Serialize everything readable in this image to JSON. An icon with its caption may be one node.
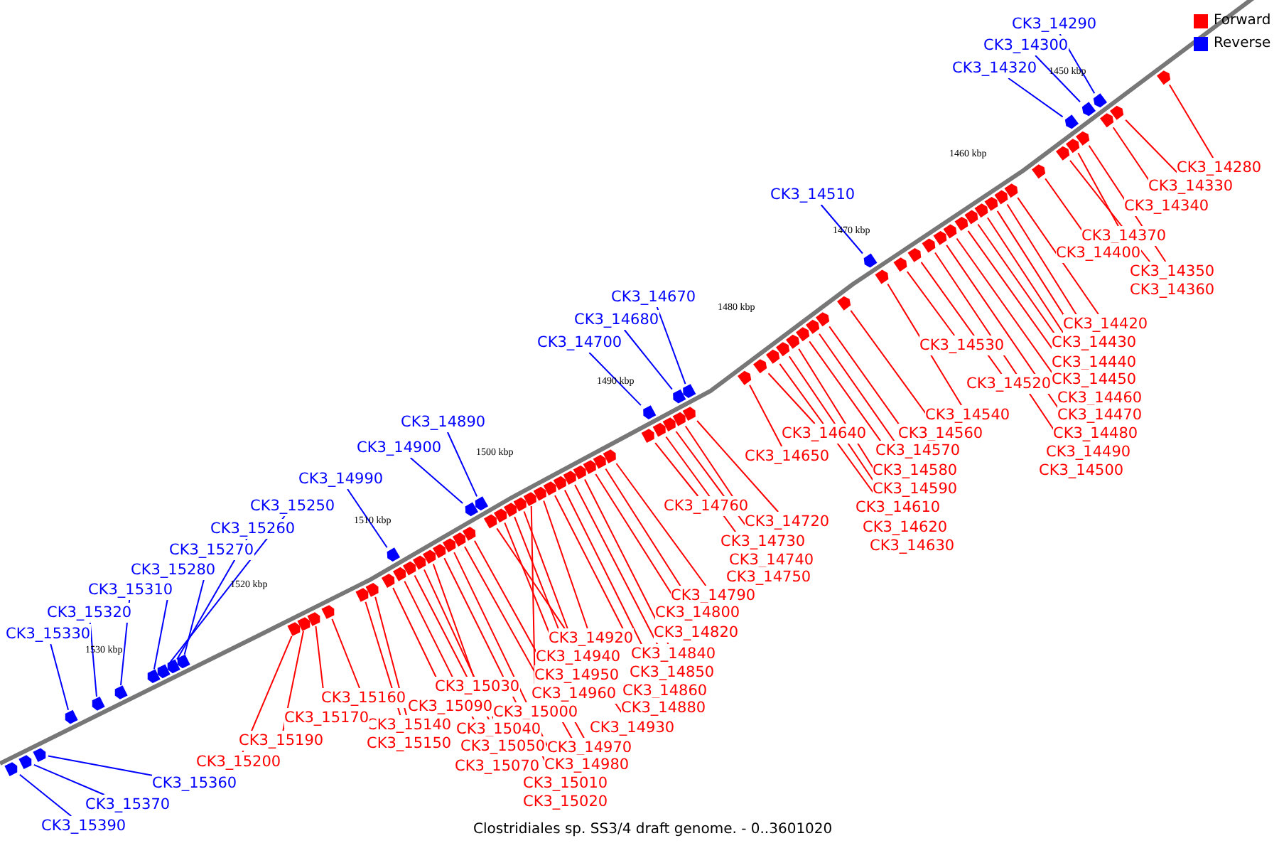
{
  "diagram": {
    "caption": "Clostridiales sp. SS3/4 draft genome. - 0..3601020",
    "nodes": [
      {
        "text": [
          "CK3_14290"
        ]
      },
      {
        "text": [
          "CK3_14300"
        ]
      },
      {
        "text": [
          "CK3_14320"
        ]
      },
      {
        "text": [
          "CK3_14510"
        ]
      },
      {
        "text": [
          "CK3_14670"
        ]
      },
      {
        "text": [
          "CK3_14680"
        ]
      },
      {
        "text": [
          "CK3_14700"
        ]
      },
      {
        "text": [
          "CK3_14890"
        ]
      },
      {
        "text": [
          "CK3_14900"
        ]
      },
      {
        "text": [
          "CK3_14990"
        ]
      },
      {
        "text": [
          "CK3_15250"
        ]
      },
      {
        "text": [
          "CK3_15260"
        ]
      },
      {
        "text": [
          "CK3_15270"
        ]
      },
      {
        "text": [
          "CK3_15280"
        ]
      },
      {
        "text": [
          "CK3_15310"
        ]
      },
      {
        "text": [
          "CK3_15320"
        ]
      },
      {
        "text": [
          "CK3_15330"
        ]
      },
      {
        "text": [
          "CK3_14280"
        ]
      },
      {
        "text": [
          "CK3_14330"
        ]
      },
      {
        "text": [
          "CK3_14340"
        ]
      },
      {
        "text": [
          "CK3_14370"
        ]
      },
      {
        "text": [
          "CK3_14400"
        ]
      },
      {
        "text": [
          "CK3_14350"
        ]
      },
      {
        "text": [
          "CK3_14360"
        ]
      },
      {
        "text": [
          "CK3_14420"
        ]
      },
      {
        "text": [
          "CK3_14430"
        ]
      },
      {
        "text": [
          "CK3_14440"
        ]
      },
      {
        "text": [
          "CK3_14450"
        ]
      },
      {
        "text": [
          "CK3_14460"
        ]
      },
      {
        "text": [
          "CK3_14470"
        ]
      },
      {
        "text": [
          "CK3_14480"
        ]
      },
      {
        "text": [
          "CK3_14490"
        ]
      },
      {
        "text": [
          "CK3_14500"
        ]
      },
      {
        "text": [
          "CK3_14530"
        ]
      },
      {
        "text": [
          "CK3_14520"
        ]
      },
      {
        "text": [
          "CK3_14540"
        ]
      },
      {
        "text": [
          "CK3_14560"
        ]
      },
      {
        "text": [
          "CK3_14570"
        ]
      },
      {
        "text": [
          "CK3_14580"
        ]
      },
      {
        "text": [
          "CK3_14590"
        ]
      },
      {
        "text": [
          "CK3_14610"
        ]
      },
      {
        "text": [
          "CK3_14620"
        ]
      },
      {
        "text": [
          "CK3_14630"
        ]
      },
      {
        "text": [
          "CK3_14640"
        ]
      },
      {
        "text": [
          "CK3_14650"
        ]
      },
      {
        "text": [
          "CK3_14760"
        ]
      },
      {
        "text": [
          "CK3_14720"
        ]
      },
      {
        "text": [
          "CK3_14730"
        ]
      },
      {
        "text": [
          "CK3_14740"
        ]
      },
      {
        "text": [
          "CK3_14750"
        ]
      },
      {
        "text": [
          "CK3_14790"
        ]
      },
      {
        "text": [
          "CK3_14800"
        ]
      },
      {
        "text": [
          "CK3_14820"
        ]
      },
      {
        "text": [
          "CK3_14840"
        ]
      },
      {
        "text": [
          "CK3_14850"
        ]
      },
      {
        "text": [
          "CK3_14860"
        ]
      },
      {
        "text": [
          "CK3_14880"
        ]
      },
      {
        "text": [
          "CK3_14920"
        ]
      },
      {
        "text": [
          "CK3_14940"
        ]
      },
      {
        "text": [
          "CK3_14950"
        ]
      },
      {
        "text": [
          "CK3_14960"
        ]
      },
      {
        "text": [
          "CK3_14930"
        ]
      },
      {
        "text": [
          "CK3_15000"
        ]
      },
      {
        "text": [
          "CK3_14970"
        ]
      },
      {
        "text": [
          "CK3_14980"
        ]
      },
      {
        "text": [
          "CK3_15010"
        ]
      },
      {
        "text": [
          "CK3_15020"
        ]
      },
      {
        "text": [
          "CK3_15030"
        ]
      },
      {
        "text": [
          "CK3_15040"
        ]
      },
      {
        "text": [
          "CK3_15050"
        ]
      },
      {
        "text": [
          "CK3_15070"
        ]
      },
      {
        "text": [
          "CK3_15090"
        ]
      },
      {
        "text": [
          "CK3_15140"
        ]
      },
      {
        "text": [
          "CK3_15150"
        ]
      },
      {
        "text": [
          "CK3_15160"
        ]
      },
      {
        "text": [
          "CK3_15170"
        ]
      },
      {
        "text": [
          "CK3_15190"
        ]
      },
      {
        "text": [
          "CK3_15200"
        ]
      },
      {
        "text": [
          "CK3_15360"
        ]
      },
      {
        "text": [
          "CK3_15370"
        ]
      },
      {
        "text": [
          "CK3_15390"
        ]
      },
      {
        "text": [],
        "shape": "arrow"
      },
      {
        "text": [],
        "shape": "arrow"
      },
      {
        "text": [],
        "shape": "arrow"
      },
      {
        "text": [],
        "shape": "arrow"
      },
      {
        "text": [],
        "shape": "arrow"
      },
      {
        "text": [],
        "shape": "arrow"
      },
      {
        "text": [],
        "shape": "arrow"
      },
      {
        "text": [],
        "shape": "arrow"
      },
      {
        "text": [],
        "shape": "arrow"
      },
      {
        "text": [],
        "shape": "arrow"
      },
      {
        "text": [],
        "shape": "arrow"
      },
      {
        "text": [],
        "shape": "arrow"
      },
      {
        "text": [],
        "shape": "arrow"
      },
      {
        "text": [],
        "shape": "arrow"
      },
      {
        "text": [],
        "shape": "arrow"
      },
      {
        "text": [],
        "shape": "arrow"
      },
      {
        "text": [],
        "shape": "arrow"
      },
      {
        "text": [],
        "shape": "arrow"
      },
      {
        "text": [],
        "shape": "arrow"
      },
      {
        "text": [],
        "shape": "arrow"
      },
      {
        "text": [],
        "shape": "arrow"
      },
      {
        "text": [],
        "shape": "arrow"
      },
      {
        "text": [],
        "shape": "arrow"
      },
      {
        "text": [],
        "shape": "arrow"
      },
      {
        "text": [],
        "shape": "arrow"
      },
      {
        "text": [],
        "shape": "arrow"
      },
      {
        "text": [],
        "shape": "arrow"
      },
      {
        "text": [],
        "shape": "arrow"
      },
      {
        "text": [],
        "shape": "arrow"
      },
      {
        "text": [],
        "shape": "arrow"
      },
      {
        "text": [],
        "shape": "arrow"
      },
      {
        "text": [],
        "shape": "arrow"
      },
      {
        "text": [],
        "shape": "arrow"
      },
      {
        "text": [],
        "shape": "arrow"
      },
      {
        "text": [],
        "shape": "arrow"
      },
      {
        "text": [],
        "shape": "arrow"
      },
      {
        "text": [],
        "shape": "arrow"
      },
      {
        "text": [],
        "shape": "arrow"
      },
      {
        "text": [],
        "shape": "arrow"
      },
      {
        "text": [],
        "shape": "arrow"
      },
      {
        "text": [],
        "shape": "arrow"
      },
      {
        "text": [],
        "shape": "arrow"
      },
      {
        "text": [],
        "shape": "arrow"
      },
      {
        "text": [],
        "shape": "arrow"
      },
      {
        "text": [],
        "shape": "arrow"
      },
      {
        "text": [],
        "shape": "arrow"
      },
      {
        "text": [],
        "shape": "arrow"
      },
      {
        "text": [],
        "shape": "arrow"
      },
      {
        "text": [],
        "shape": "arrow"
      },
      {
        "text": [],
        "shape": "arrow"
      },
      {
        "text": [],
        "shape": "arrow"
      },
      {
        "text": [],
        "shape": "arrow"
      },
      {
        "text": [],
        "shape": "arrow"
      },
      {
        "text": [],
        "shape": "arrow"
      },
      {
        "text": [],
        "shape": "arrow"
      },
      {
        "text": [],
        "shape": "arrow"
      },
      {
        "text": [],
        "shape": "arrow"
      },
      {
        "text": [],
        "shape": "arrow"
      },
      {
        "text": [],
        "shape": "arrow"
      },
      {
        "text": [],
        "shape": "arrow"
      },
      {
        "text": [],
        "shape": "arrow"
      },
      {
        "text": [],
        "shape": "arrow"
      },
      {
        "text": [],
        "shape": "arrow"
      },
      {
        "text": [],
        "shape": "arrow"
      },
      {
        "text": [],
        "shape": "arrow"
      },
      {
        "text": [],
        "shape": "arrow"
      },
      {
        "text": [],
        "shape": "arrow"
      },
      {
        "text": [],
        "shape": "arrow"
      },
      {
        "text": [],
        "shape": "arrow"
      },
      {
        "text": [],
        "shape": "arrow"
      },
      {
        "text": [],
        "shape": "arrow"
      },
      {
        "text": [],
        "shape": "arrow"
      },
      {
        "text": [],
        "shape": "arrow"
      },
      {
        "text": [],
        "shape": "arrow"
      },
      {
        "text": [],
        "shape": "arrow"
      },
      {
        "text": [],
        "shape": "arrow"
      },
      {
        "text": [],
        "shape": "arrow"
      },
      {
        "text": [],
        "shape": "arrow"
      },
      {
        "text": [],
        "shape": "arrow"
      },
      {
        "text": [],
        "shape": "arrow"
      },
      {
        "text": [],
        "shape": "arrow"
      }
    ],
    "edges": [
      {
        "from": 0,
        "to": 81,
        "arrow": "none",
        "color": "#0000ff"
      },
      {
        "from": 1,
        "to": 82,
        "arrow": "none",
        "color": "#0000ff"
      },
      {
        "from": 2,
        "to": 83,
        "arrow": "none",
        "color": "#0000ff"
      },
      {
        "from": 3,
        "to": 84,
        "arrow": "none",
        "color": "#0000ff"
      },
      {
        "from": 4,
        "to": 85,
        "arrow": "none",
        "color": "#0000ff"
      },
      {
        "from": 5,
        "to": 86,
        "arrow": "none",
        "color": "#0000ff"
      },
      {
        "from": 6,
        "to": 87,
        "arrow": "none",
        "color": "#0000ff"
      },
      {
        "from": 7,
        "to": 88,
        "arrow": "none",
        "color": "#0000ff"
      },
      {
        "from": 8,
        "to": 89,
        "arrow": "none",
        "color": "#0000ff"
      },
      {
        "from": 9,
        "to": 90,
        "arrow": "none",
        "color": "#0000ff"
      },
      {
        "from": 10,
        "to": 91,
        "arrow": "none",
        "color": "#0000ff"
      },
      {
        "from": 11,
        "to": 92,
        "arrow": "none",
        "color": "#0000ff"
      },
      {
        "from": 12,
        "to": 93,
        "arrow": "none",
        "color": "#0000ff"
      },
      {
        "from": 13,
        "to": 94,
        "arrow": "none",
        "color": "#0000ff"
      },
      {
        "from": 14,
        "to": 95,
        "arrow": "none",
        "color": "#0000ff"
      },
      {
        "from": 15,
        "to": 96,
        "arrow": "none",
        "color": "#0000ff"
      },
      {
        "from": 16,
        "to": 97,
        "arrow": "none",
        "color": "#0000ff"
      },
      {
        "from": 17,
        "to": 98,
        "arrow": "none"
      },
      {
        "from": 18,
        "to": 99,
        "arrow": "none"
      },
      {
        "from": 19,
        "to": 100,
        "arrow": "none"
      },
      {
        "from": 20,
        "to": 101,
        "arrow": "none"
      },
      {
        "from": 21,
        "to": 102,
        "arrow": "none"
      },
      {
        "from": 22,
        "to": 103,
        "arrow": "none"
      },
      {
        "from": 23,
        "to": 104,
        "arrow": "none"
      },
      {
        "from": 24,
        "to": 105,
        "arrow": "none"
      },
      {
        "from": 25,
        "to": 106,
        "arrow": "none"
      },
      {
        "from": 26,
        "to": 107,
        "arrow": "none"
      },
      {
        "from": 27,
        "to": 108,
        "arrow": "none"
      },
      {
        "from": 28,
        "to": 109,
        "arrow": "none"
      },
      {
        "from": 29,
        "to": 110,
        "arrow": "none"
      },
      {
        "from": 30,
        "to": 111,
        "arrow": "none"
      },
      {
        "from": 31,
        "to": 112,
        "arrow": "none"
      },
      {
        "from": 32,
        "to": 113,
        "arrow": "none"
      },
      {
        "from": 33,
        "to": 114,
        "arrow": "none"
      },
      {
        "from": 34,
        "to": 115,
        "arrow": "none"
      },
      {
        "from": 35,
        "to": 116,
        "arrow": "none"
      },
      {
        "from": 36,
        "to": 117,
        "arrow": "none"
      },
      {
        "from": 37,
        "to": 118,
        "arrow": "none"
      },
      {
        "from": 38,
        "to": 119,
        "arrow": "none"
      },
      {
        "from": 39,
        "to": 120,
        "arrow": "none"
      },
      {
        "from": 40,
        "to": 121,
        "arrow": "none"
      },
      {
        "from": 41,
        "to": 122,
        "arrow": "none"
      },
      {
        "from": 42,
        "to": 123,
        "arrow": "none"
      },
      {
        "from": 43,
        "to": 124,
        "arrow": "none"
      },
      {
        "from": 44,
        "to": 125,
        "arrow": "none"
      },
      {
        "from": 45,
        "to": 126,
        "arrow": "none"
      },
      {
        "from": 46,
        "to": 127,
        "arrow": "none"
      },
      {
        "from": 47,
        "to": 128,
        "arrow": "none"
      },
      {
        "from": 48,
        "to": 129,
        "arrow": "none"
      },
      {
        "from": 49,
        "to": 130,
        "arrow": "none"
      },
      {
        "from": 50,
        "to": 131,
        "arrow": "none"
      },
      {
        "from": 51,
        "to": 132,
        "arrow": "none"
      },
      {
        "from": 52,
        "to": 133,
        "arrow": "none"
      },
      {
        "from": 53,
        "to": 134,
        "arrow": "none"
      },
      {
        "from": 54,
        "to": 135,
        "arrow": "none"
      },
      {
        "from": 55,
        "to": 136,
        "arrow": "none"
      },
      {
        "from": 56,
        "to": 137,
        "arrow": "none"
      },
      {
        "from": 57,
        "to": 138,
        "arrow": "none"
      },
      {
        "from": 58,
        "to": 139,
        "arrow": "none"
      },
      {
        "from": 59,
        "to": 140,
        "arrow": "none"
      },
      {
        "from": 60,
        "to": 141,
        "arrow": "none"
      },
      {
        "from": 61,
        "to": 142,
        "arrow": "none"
      },
      {
        "from": 62,
        "to": 143,
        "arrow": "none"
      },
      {
        "from": 63,
        "to": 144,
        "arrow": "none"
      },
      {
        "from": 64,
        "to": 145,
        "arrow": "none"
      },
      {
        "from": 65,
        "to": 146,
        "arrow": "none"
      },
      {
        "from": 66,
        "to": 147,
        "arrow": "none"
      },
      {
        "from": 67,
        "to": 148,
        "arrow": "none"
      },
      {
        "from": 68,
        "to": 149,
        "arrow": "none"
      },
      {
        "from": 69,
        "to": 150,
        "arrow": "none"
      },
      {
        "from": 70,
        "to": 151,
        "arrow": "none"
      },
      {
        "from": 71,
        "to": 152,
        "arrow": "none"
      },
      {
        "from": 72,
        "to": 153,
        "arrow": "none"
      },
      {
        "from": 73,
        "to": 154,
        "arrow": "none"
      },
      {
        "from": 74,
        "to": 155,
        "arrow": "none"
      },
      {
        "from": 75,
        "to": 156,
        "arrow": "none"
      },
      {
        "from": 76,
        "to": 157,
        "arrow": "none"
      },
      {
        "from": 77,
        "to": 158,
        "arrow": "none"
      },
      {
        "from": 78,
        "to": 159,
        "arrow": "none",
        "color": "#0000ff"
      },
      {
        "from": 79,
        "to": 160,
        "arrow": "none",
        "color": "#0000ff"
      },
      {
        "from": 80,
        "to": 161,
        "arrow": "none",
        "color": "#0000ff"
      }
    ],
    "labels": [
      "1450 kbp",
      "1460 kbp",
      "1470 kbp",
      "1480 kbp",
      "1490 kbp",
      "1500 kbp",
      "1510 kbp",
      "1520 kbp",
      "1530 kbp"
    ],
    "legend": [
      {
        "text": "Forward",
        "color": "#ff0000"
      },
      {
        "text": "Reverse",
        "color": "#0000ff"
      }
    ]
  }
}
